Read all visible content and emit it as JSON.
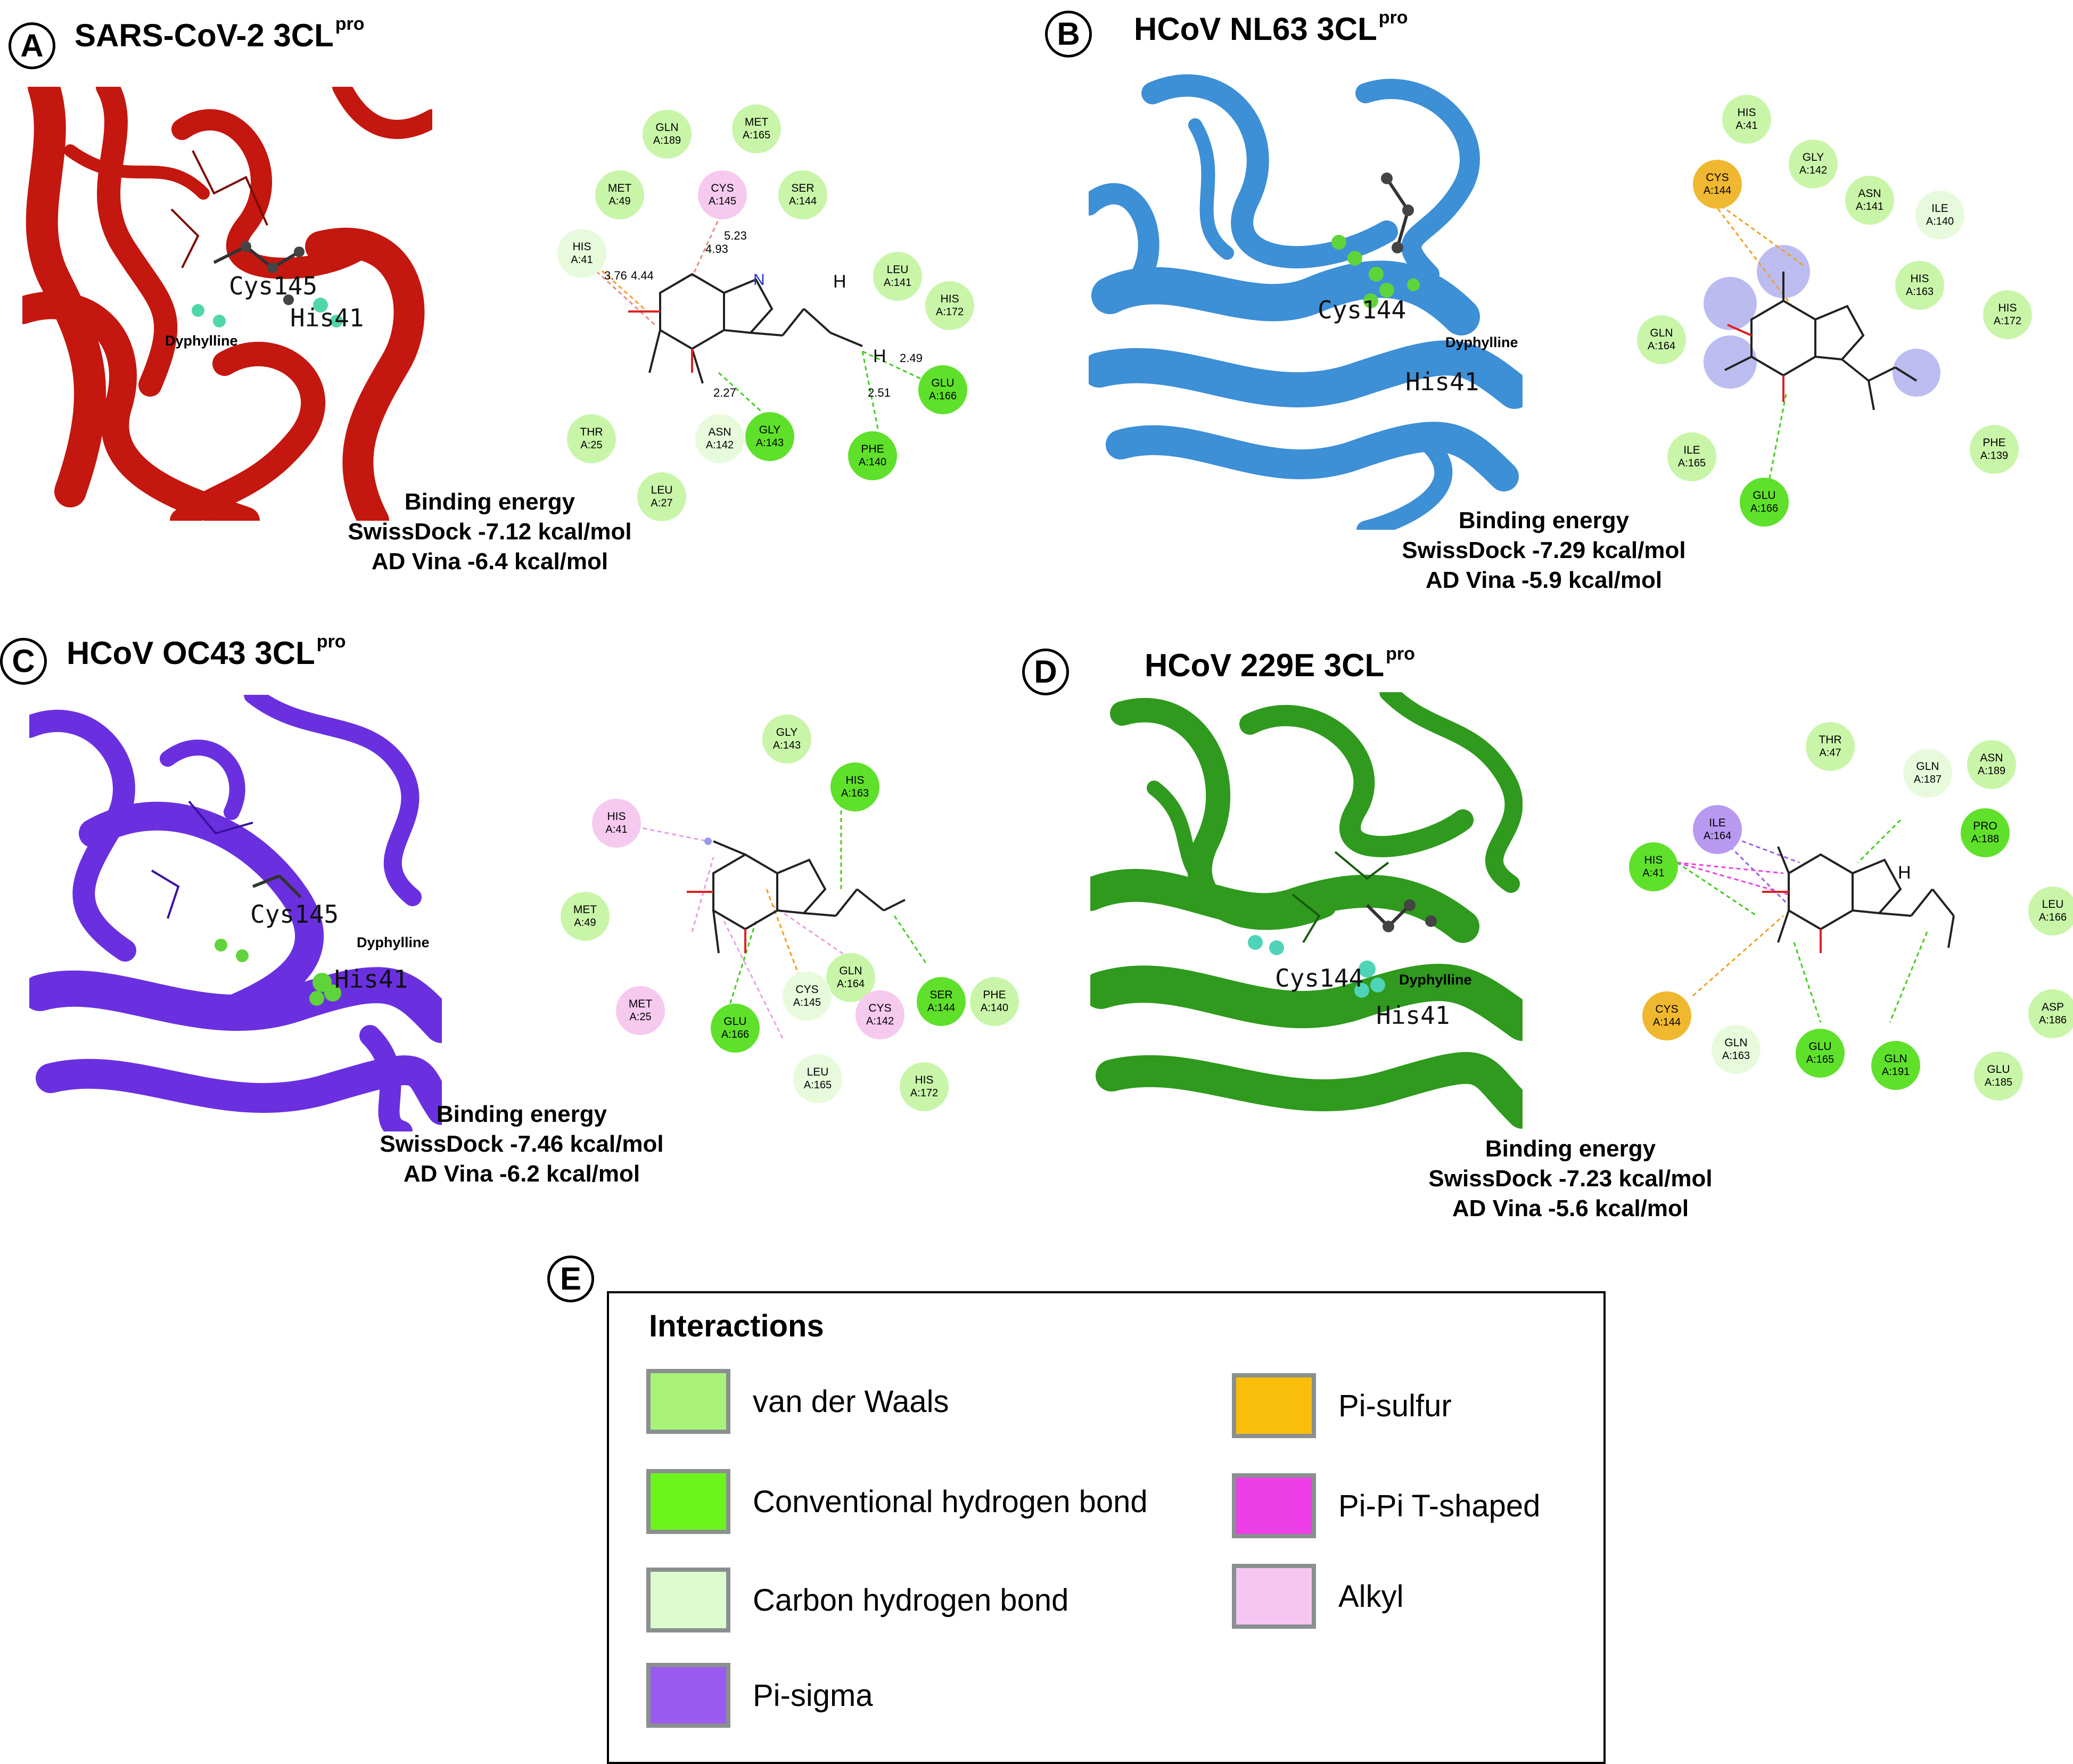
{
  "panels": [
    {
      "letter": "A",
      "title": "SARS-CoV-2 3CL",
      "title_sup": "pro",
      "ligand": "Dyphylline",
      "residue_labels_3d": [
        "Cys145",
        "His41"
      ],
      "energy": {
        "heading": "Binding energy",
        "swissdock": "SwissDock -7.12 kcal/mol",
        "vina": "AD Vina -6.4 kcal/mol"
      },
      "residues": [
        {
          "name": "GLN",
          "id": "A:189",
          "type": "vdw"
        },
        {
          "name": "MET",
          "id": "A:165",
          "type": "vdw"
        },
        {
          "name": "MET",
          "id": "A:49",
          "type": "vdw"
        },
        {
          "name": "CYS",
          "id": "A:145",
          "type": "alkyl"
        },
        {
          "name": "SER",
          "id": "A:144",
          "type": "vdw"
        },
        {
          "name": "HIS",
          "id": "A:41",
          "type": "chb"
        },
        {
          "name": "LEU",
          "id": "A:141",
          "type": "vdw"
        },
        {
          "name": "HIS",
          "id": "A:172",
          "type": "vdw"
        },
        {
          "name": "GLU",
          "id": "A:166",
          "type": "hbond"
        },
        {
          "name": "THR",
          "id": "A:25",
          "type": "vdw"
        },
        {
          "name": "ASN",
          "id": "A:142",
          "type": "chb"
        },
        {
          "name": "GLY",
          "id": "A:143",
          "type": "hbond"
        },
        {
          "name": "PHE",
          "id": "A:140",
          "type": "hbond"
        },
        {
          "name": "LEU",
          "id": "A:27",
          "type": "vdw"
        }
      ],
      "distances": [
        "5.23",
        "4.93",
        "3.76",
        "4.44",
        "2.49",
        "2.51",
        "2.27"
      ]
    },
    {
      "letter": "B",
      "title": "HCoV NL63 3CL",
      "title_sup": "pro",
      "ligand": "Dyphylline",
      "residue_labels_3d": [
        "Cys144",
        "His41"
      ],
      "energy": {
        "heading": "Binding energy",
        "swissdock": "SwissDock -7.29 kcal/mol",
        "vina": "AD Vina -5.9 kcal/mol"
      },
      "residues": [
        {
          "name": "HIS",
          "id": "A:41",
          "type": "vdw"
        },
        {
          "name": "GLY",
          "id": "A:142",
          "type": "vdw"
        },
        {
          "name": "CYS",
          "id": "A:144",
          "type": "pisul"
        },
        {
          "name": "ASN",
          "id": "A:141",
          "type": "vdw"
        },
        {
          "name": "ILE",
          "id": "A:140",
          "type": "chb"
        },
        {
          "name": "HIS",
          "id": "A:163",
          "type": "vdw"
        },
        {
          "name": "HIS",
          "id": "A:172",
          "type": "vdw"
        },
        {
          "name": "GLN",
          "id": "A:164",
          "type": "vdw"
        },
        {
          "name": "ILE",
          "id": "A:165",
          "type": "vdw"
        },
        {
          "name": "PHE",
          "id": "A:139",
          "type": "vdw"
        },
        {
          "name": "GLU",
          "id": "A:166",
          "type": "hbond"
        }
      ]
    },
    {
      "letter": "C",
      "title": "HCoV OC43 3CL",
      "title_sup": "pro",
      "ligand": "Dyphylline",
      "residue_labels_3d": [
        "Cys145",
        "His41"
      ],
      "energy": {
        "heading": "Binding energy",
        "swissdock": "SwissDock -7.46 kcal/mol",
        "vina": "AD Vina -6.2 kcal/mol"
      },
      "residues": [
        {
          "name": "GLY",
          "id": "A:143",
          "type": "vdw"
        },
        {
          "name": "HIS",
          "id": "A:163",
          "type": "hbond"
        },
        {
          "name": "HIS",
          "id": "A:41",
          "type": "alkyl"
        },
        {
          "name": "MET",
          "id": "A:49",
          "type": "vdw"
        },
        {
          "name": "GLN",
          "id": "A:164",
          "type": "vdw"
        },
        {
          "name": "CYS",
          "id": "A:145",
          "type": "chb"
        },
        {
          "name": "CYS",
          "id": "A:142",
          "type": "alkyl"
        },
        {
          "name": "SER",
          "id": "A:144",
          "type": "hbond"
        },
        {
          "name": "PHE",
          "id": "A:140",
          "type": "vdw"
        },
        {
          "name": "MET",
          "id": "A:25",
          "type": "alkyl"
        },
        {
          "name": "GLU",
          "id": "A:166",
          "type": "hbond"
        },
        {
          "name": "LEU",
          "id": "A:165",
          "type": "chb"
        },
        {
          "name": "HIS",
          "id": "A:172",
          "type": "vdw"
        }
      ]
    },
    {
      "letter": "D",
      "title": "HCoV 229E 3CL",
      "title_sup": "pro",
      "ligand": "Dyphylline",
      "residue_labels_3d": [
        "Cys144",
        "His41"
      ],
      "energy": {
        "heading": "Binding energy",
        "swissdock": "SwissDock -7.23 kcal/mol",
        "vina": "AD Vina -5.6 kcal/mol"
      },
      "residues": [
        {
          "name": "THR",
          "id": "A:47",
          "type": "vdw"
        },
        {
          "name": "ASN",
          "id": "A:189",
          "type": "vdw"
        },
        {
          "name": "GLN",
          "id": "A:187",
          "type": "chb"
        },
        {
          "name": "ILE",
          "id": "A:164",
          "type": "pisig"
        },
        {
          "name": "PRO",
          "id": "A:188",
          "type": "hbond"
        },
        {
          "name": "HIS",
          "id": "A:41",
          "type": "hbond"
        },
        {
          "name": "LEU",
          "id": "A:166",
          "type": "vdw"
        },
        {
          "name": "ASP",
          "id": "A:186",
          "type": "vdw"
        },
        {
          "name": "CYS",
          "id": "A:144",
          "type": "pisul"
        },
        {
          "name": "GLN",
          "id": "A:163",
          "type": "chb"
        },
        {
          "name": "GLU",
          "id": "A:165",
          "type": "hbond"
        },
        {
          "name": "GLN",
          "id": "A:191",
          "type": "hbond"
        },
        {
          "name": "GLU",
          "id": "A:185",
          "type": "vdw"
        }
      ]
    }
  ],
  "legend": {
    "letter": "E",
    "title": "Interactions",
    "items": [
      {
        "label": "van der Waals",
        "color": "#a8f27a"
      },
      {
        "label": "Conventional hydrogen bond",
        "color": "#6cf51a"
      },
      {
        "label": "Carbon hydrogen bond",
        "color": "#dcfbcf"
      },
      {
        "label": "Pi-sigma",
        "color": "#9a5cf0"
      },
      {
        "label": "Pi-sulfur",
        "color": "#f9be0a"
      },
      {
        "label": "Pi-Pi T-shaped",
        "color": "#ee3ee8"
      },
      {
        "label": "Alkyl",
        "color": "#f5c6f2"
      }
    ]
  },
  "colors": {
    "panel_a_protein": "#c4170f",
    "panel_b_protein": "#3d8fd6",
    "panel_c_protein": "#6a30e0",
    "panel_d_protein": "#2f9a1e"
  }
}
